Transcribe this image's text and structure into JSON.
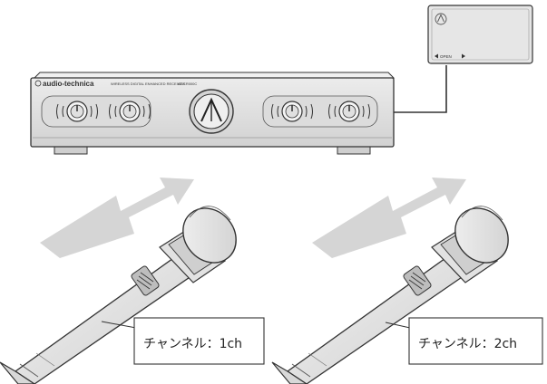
{
  "receiver": {
    "brand": "audio-technica",
    "model_text": "WIRELESS DIGITAL ENHANCED RECEIVER",
    "model_number": "AT-CR000C"
  },
  "remote_unit": {
    "open_label": "OPEN"
  },
  "microphones": [
    {
      "callout": "チャンネル：1ch"
    },
    {
      "callout": "チャンネル：2ch"
    }
  ],
  "colors": {
    "outline": "#333333",
    "device_fill": "#e4e4e4",
    "device_dark": "#c9c9c9",
    "signal_arrow": "#d5d5d5",
    "callout_bg": "#ffffff"
  }
}
